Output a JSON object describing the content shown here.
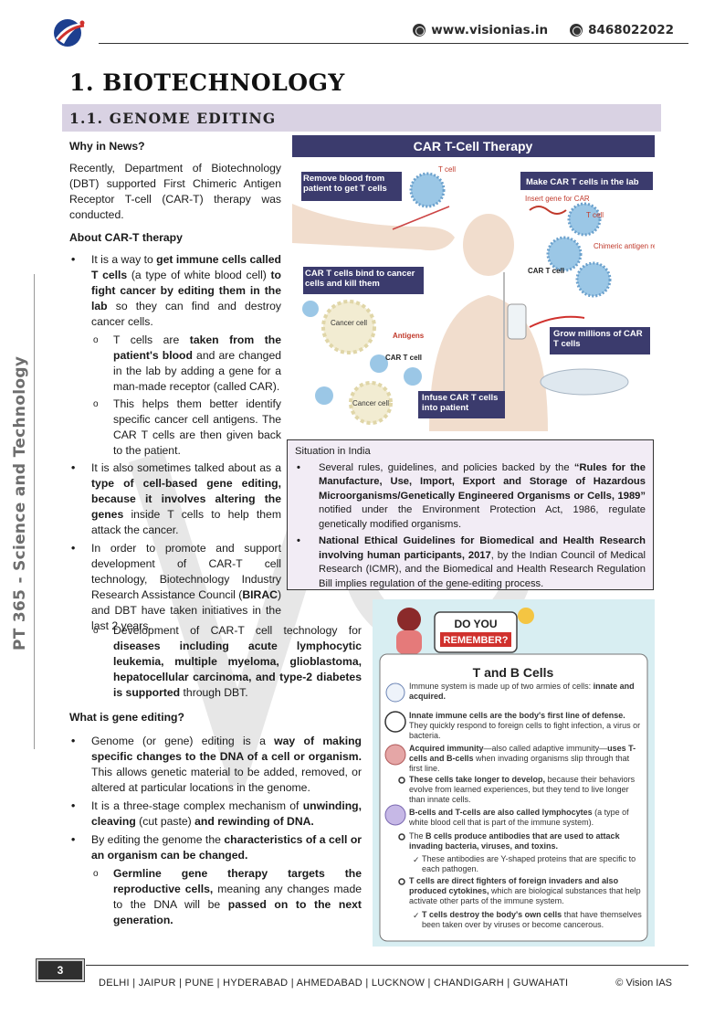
{
  "header": {
    "website": "www.visionias.in",
    "phone": "8468022022"
  },
  "side_text": "PT 365 - Science and Technology",
  "heading1": "1. BIOTECHNOLOGY",
  "heading2": "1.1. GENOME EDITING",
  "why_in_news": {
    "title": "Why in News?",
    "body": "Recently, Department of Biotechnology (DBT) supported First Chimeric Antigen Receptor T-cell (CAR-T) therapy was conducted."
  },
  "about": {
    "title": "About CAR-T therapy",
    "b1_pre": "It is a way to ",
    "b1_bold1": "get immune cells called T cells",
    "b1_mid": " (a type of white blood cell) ",
    "b1_bold2": "to fight cancer by editing them in the lab",
    "b1_post": " so they can find and destroy cancer cells.",
    "s1_pre": "T cells are ",
    "s1_bold": "taken from the patient's blood",
    "s1_post": " and are changed in the lab by adding a gene for a man-made receptor (called CAR).",
    "s2": "This helps them better identify specific cancer cell antigens. The CAR T cells are then given back to the patient.",
    "b2_pre": "It is also sometimes talked about as a ",
    "b2_bold1": "type of cell-based gene editing, because it involves altering the genes",
    "b2_post": " inside T cells to help them attack the cancer.",
    "b3_pre": "In order to promote and support development of CAR-T cell technology, Biotechnology Industry Research Assistance Council (",
    "b3_bold": "BIRAC",
    "b3_post": ") and DBT have taken initiatives in the last 2 years.",
    "s3_pre": "Development of CAR-T cell technology for ",
    "s3_bold": "diseases including acute lymphocytic leukemia, multiple myeloma, glioblastoma, hepatocellular carcinoma, and type-2 diabetes is supported",
    "s3_post": " through DBT."
  },
  "gene_editing": {
    "title": "What is gene editing?",
    "b1_pre": "Genome (or gene) editing is a ",
    "b1_bold": "way of making specific changes to the DNA of a cell or organism.",
    "b1_post": " This allows genetic material to be added, removed, or altered at particular locations in the genome.",
    "b2_pre": "It is a three-stage complex mechanism of ",
    "b2_bold1": "unwinding, cleaving",
    "b2_mid": " (cut paste) ",
    "b2_bold2": "and rewinding of DNA.",
    "b3_pre": "By editing the genome the ",
    "b3_bold": "characteristics of a cell or an organism can be changed.",
    "s1_bold1": "Germline gene therapy targets the reproductive cells,",
    "s1_mid": " meaning any changes made to the DNA will be ",
    "s1_bold2": "passed on to the next generation."
  },
  "figure": {
    "title": "CAR T-Cell Therapy",
    "step1": "Remove blood from patient to get T cells",
    "label_tcell": "T cell",
    "step2": "Make CAR T cells in the lab",
    "label_insert": "Insert gene for CAR",
    "label_tcell2": "T cell",
    "label_receptor": "Chimeric antigen receptor (CAR)",
    "label_cart": "CAR T cell",
    "step3": "CAR T cells bind to cancer cells and kill them",
    "label_cancer1": "Cancer cell",
    "label_antigens": "Antigens",
    "label_cart2": "CAR T cell",
    "label_cancer2": "Cancer cell",
    "step4": "Grow millions of CAR T cells",
    "step5": "Infuse CAR T cells into patient"
  },
  "situation": {
    "title": "Situation in India",
    "b1_pre": "Several rules, guidelines, and policies backed by the ",
    "b1_bold": "“Rules for the Manufacture, Use, Import, Export and Storage of Hazardous Microorganisms/Genetically Engineered Organisms or Cells, 1989”",
    "b1_post": " notified under the Environment Protection Act, 1986, regulate genetically modified organisms.",
    "b2_bold": "National Ethical Guidelines for Biomedical and Health Research involving human participants, 2017",
    "b2_post": ", by the Indian Council of Medical Research (ICMR), and the Biomedical and Health Research Regulation Bill implies regulation of the gene-editing process."
  },
  "remember": {
    "badge1": "DO YOU",
    "badge2": "REMEMBER?",
    "title": "T and B Cells",
    "i1_pre": "Immune system is made up of two armies of cells: ",
    "i1_bold": "innate and acquired.",
    "i2_bold": "Innate immune cells are the body's first line of defense.",
    "i2_post": " They quickly respond to foreign cells to fight infection, a virus or bacteria.",
    "i3_bold1": "Acquired immunity",
    "i3_mid": "—also called adaptive immunity—",
    "i3_bold2": "uses T-cells and B-cells",
    "i3_post": " when invading organisms slip through that first line.",
    "i4_bold": "These cells take longer to develop,",
    "i4_post": " because their behaviors evolve from learned experiences, but they tend to live longer than innate cells.",
    "i5_bold": "B-cells and T-cells are also called lymphocytes",
    "i5_post": " (a type of white blood cell that is part of the immune system).",
    "i6_pre": "The ",
    "i6_bold": "B cells produce antibodies that are used to attack invading bacteria, viruses, and toxins.",
    "i7": "These antibodies are Y-shaped proteins that are specific to each pathogen.",
    "i8_bold1": "T cells are direct fighters of foreign invaders and also produced cytokines,",
    "i8_post": " which are biological substances that help activate other parts of the immune system.",
    "i9_bold": "T cells destroy the body's own cells",
    "i9_post": " that have themselves been taken over by viruses or become cancerous."
  },
  "footer": {
    "page": "3",
    "cities": "DELHI | JAIPUR | PUNE | HYDERABAD | AHMEDABAD | LUCKNOW | CHANDIGARH | GUWAHATI",
    "copyright": "© Vision IAS"
  },
  "colors": {
    "heading_bar": "#d9d2e3",
    "figure_label": "#3d3a6e",
    "situation_bg": "#f2ecf5",
    "remember_bg": "#d8eef2",
    "accent_red": "#d0312d"
  }
}
